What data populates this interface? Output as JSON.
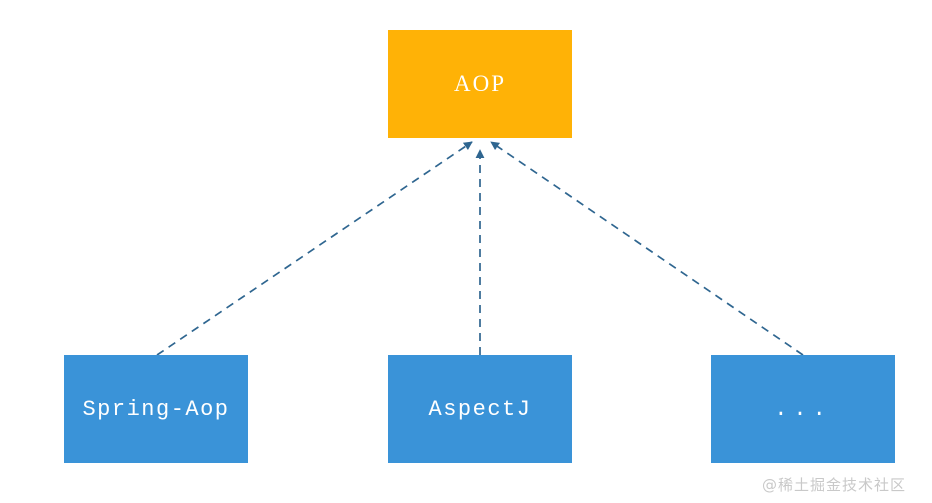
{
  "diagram": {
    "title_node": {
      "label": "AOP",
      "color": "#FFB206",
      "text_color": "#FFFFFF"
    },
    "leaf_nodes": [
      {
        "label": "Spring-Aop",
        "color": "#3A93D8",
        "text_color": "#FFFFFF"
      },
      {
        "label": "AspectJ",
        "color": "#3A93D8",
        "text_color": "#FFFFFF"
      },
      {
        "label": "...",
        "color": "#3A93D8",
        "text_color": "#FFFFFF"
      }
    ],
    "edges": {
      "style": "dashed",
      "color": "#2F6690",
      "arrowhead": "filled-triangle",
      "direction": "leaf-to-root"
    }
  },
  "watermark": {
    "text": "@稀土掘金技术社区",
    "color": "#C9C9C9"
  }
}
